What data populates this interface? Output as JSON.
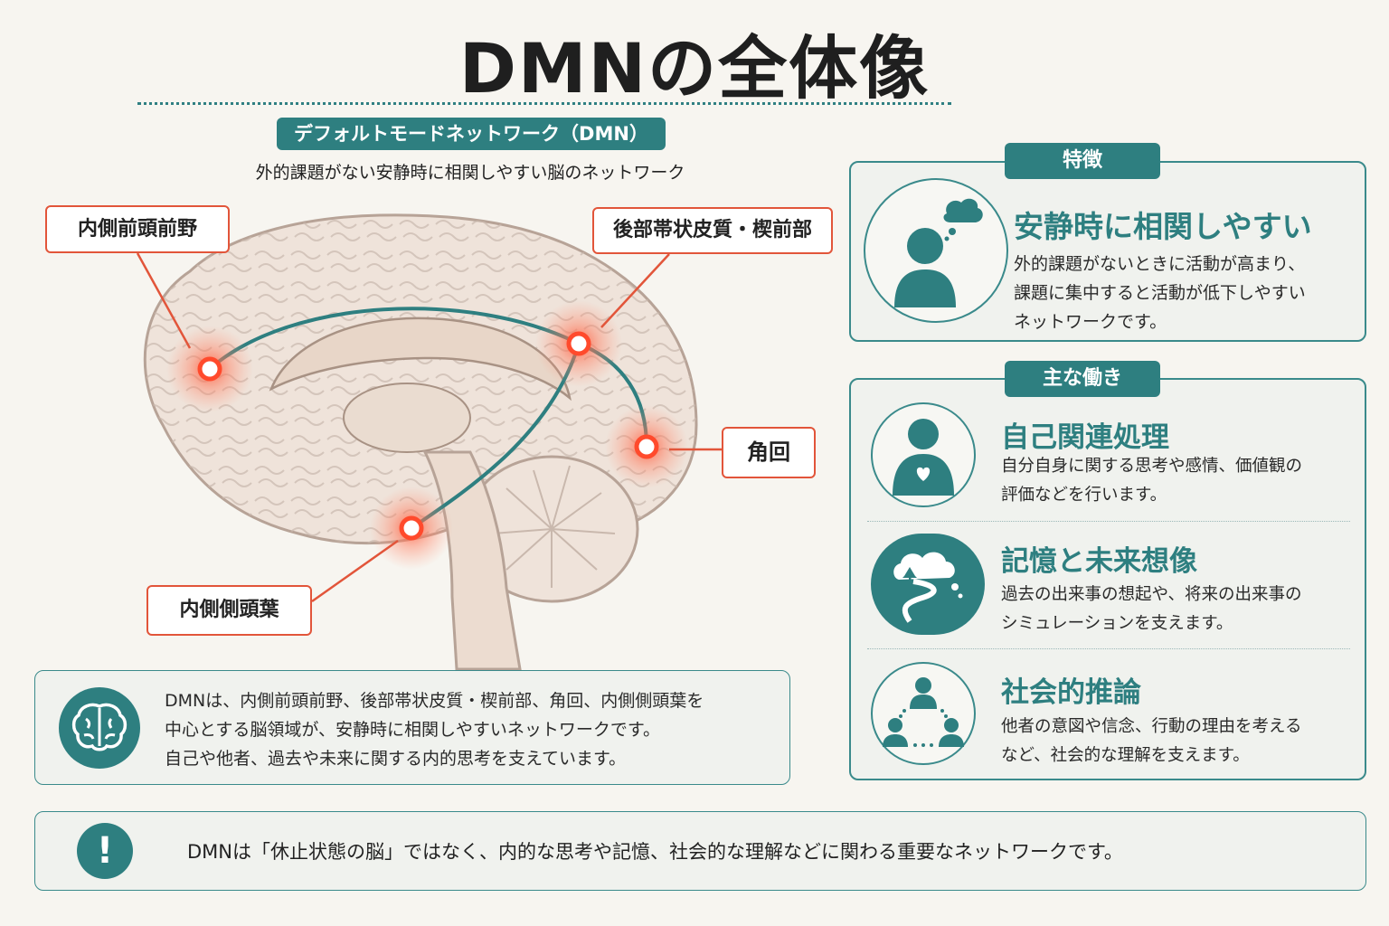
{
  "title": "DMNの全体像",
  "subtitle_pill": "デフォルトモードネットワーク（DMN）",
  "subtitle_text": "外的課題がない安静時に相関しやすい脳のネットワーク",
  "regions": {
    "mpfc": "内側前頭前野",
    "pcc": "後部帯状皮質・楔前部",
    "angular": "角回",
    "mtl": "内側側頭葉"
  },
  "summary": {
    "line1": "DMNは、内側前頭前野、後部帯状皮質・楔前部、角回、内側側頭葉を",
    "line2": "中心とする脳領域が、安静時に相関しやすいネットワークです。",
    "line3": "自己や他者、過去や未来に関する内的思考を支えています。"
  },
  "features": {
    "label": "特徴",
    "heading": "安静時に相関しやすい",
    "line1": "外的課題がないときに活動が高まり、",
    "line2": "課題に集中すると活動が低下しやすい",
    "line3": "ネットワークです。"
  },
  "functions": {
    "label": "主な働き",
    "items": [
      {
        "heading": "自己関連処理",
        "line1": "自分自身に関する思考や感情、価値観の",
        "line2": "評価などを行います。"
      },
      {
        "heading": "記憶と未来想像",
        "line1": "過去の出来事の想起や、将来の出来事の",
        "line2": "シミュレーションを支えます。"
      },
      {
        "heading": "社会的推論",
        "line1": "他者の意図や信念、行動の理由を考える",
        "line2": "など、社会的な理解を支えます。"
      }
    ]
  },
  "note": "DMNは「休止状態の脳」ではなく、内的な思考や記憶、社会的な理解などに関わる重要なネットワークです。",
  "colors": {
    "teal": "#2e7f80",
    "red": "#e2553a",
    "background": "#f7f5f0"
  }
}
